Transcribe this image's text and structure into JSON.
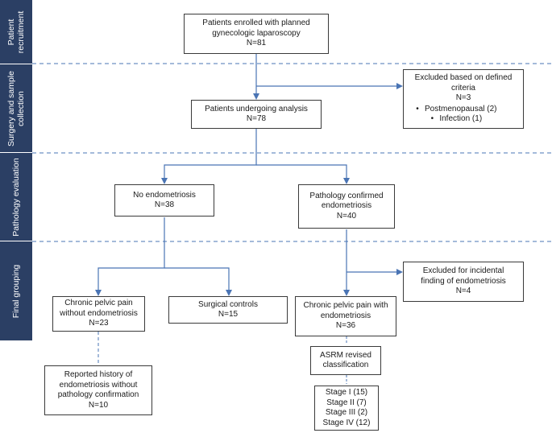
{
  "stages": [
    {
      "id": "recruitment",
      "lines": [
        "Patient",
        "recruitment"
      ]
    },
    {
      "id": "surgery",
      "lines": [
        "Surgery and sample",
        "collection"
      ]
    },
    {
      "id": "pathology",
      "lines": [
        "Pathology evaluation"
      ]
    },
    {
      "id": "grouping",
      "lines": [
        "Final grouping"
      ]
    }
  ],
  "boxes": {
    "enrolled": {
      "lines": [
        "Patients enrolled with planned",
        "gynecologic laparoscopy",
        "N=81"
      ]
    },
    "excluded_criteria": {
      "lines": [
        "Excluded based on defined",
        "criteria",
        "N=3"
      ],
      "bullets": [
        "Postmenopausal (2)",
        "Infection (1)"
      ]
    },
    "analysis": {
      "lines": [
        "Patients undergoing analysis",
        "N=78"
      ]
    },
    "no_endo": {
      "lines": [
        "No endometriosis",
        "N=38"
      ]
    },
    "confirmed": {
      "lines": [
        "Pathology confirmed",
        "endometriosis",
        "N=40"
      ]
    },
    "excluded_incidental": {
      "lines": [
        "Excluded for incidental",
        "finding of endometriosis",
        "N=4"
      ]
    },
    "cpp_without": {
      "lines": [
        "Chronic pelvic pain",
        "without endometriosis",
        "N=23"
      ]
    },
    "surgical_controls": {
      "lines": [
        "Surgical controls",
        "N=15"
      ]
    },
    "cpp_with": {
      "lines": [
        "Chronic pelvic pain with",
        "endometriosis",
        "N=36"
      ]
    },
    "asrm": {
      "lines": [
        "ASRM revised",
        "classification"
      ]
    },
    "reported_history": {
      "lines": [
        "Reported  history of",
        "endometriosis without",
        "pathology confirmation",
        "N=10"
      ]
    },
    "stages_breakdown": {
      "lines": [
        "Stage I (15)",
        "Stage II (7)",
        "Stage III (2)",
        "Stage IV (12)"
      ]
    }
  },
  "colors": {
    "stage_bar": "#2b3f64",
    "arrow": "#4a74b4",
    "divider": "#4a74b4",
    "border": "#3a3a3a"
  }
}
